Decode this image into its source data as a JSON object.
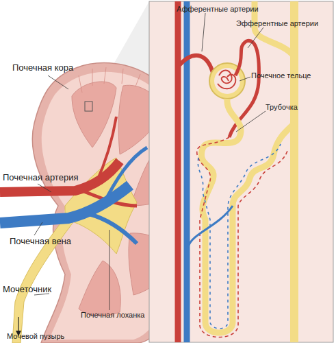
{
  "diagram": {
    "labels": [
      "Афферентные артерии",
      "Эфферентные артерии",
      "Почечное тельце",
      "Трубочка",
      "Почечная кора",
      "Почечная артерия",
      "Почечная вена",
      "Мочеточник",
      "Почечная лоханка",
      "Мочевой пузырь"
    ]
  }
}
